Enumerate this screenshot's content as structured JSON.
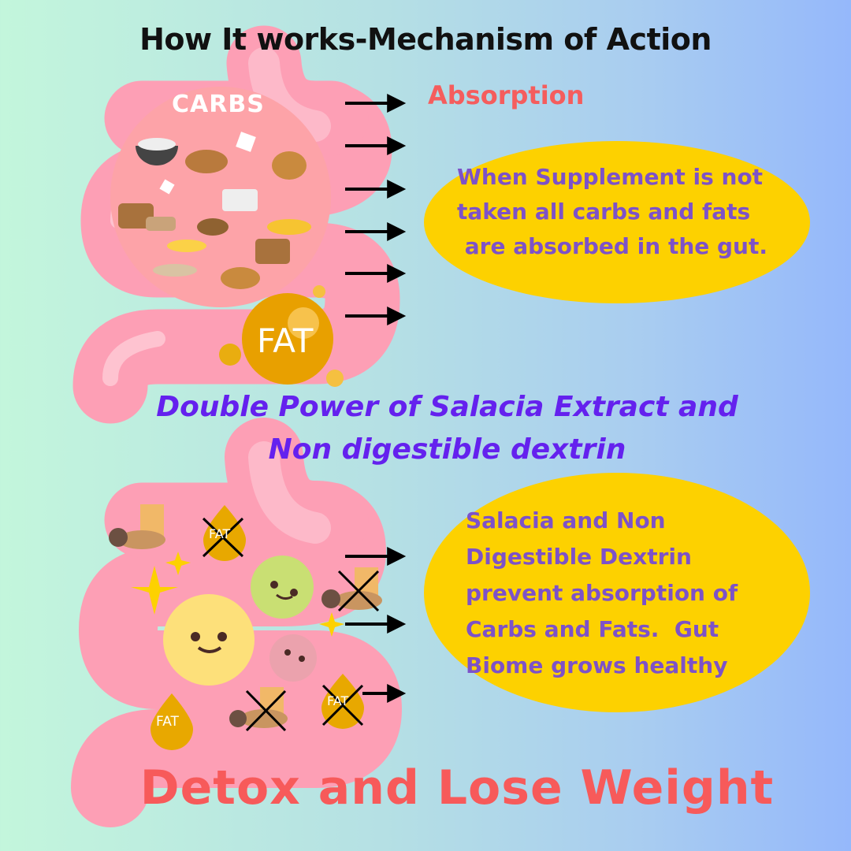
{
  "title": "How It works-Mechanism of Action",
  "top_section": {
    "absorption_label": "Absorption",
    "bubble_lines": [
      "When Supplement is not",
      "taken all carbs and fats",
      " are absorbed in the gut."
    ],
    "carbs_label": "CARBS",
    "fat_label": "FAT"
  },
  "middle_heading": [
    "Double Power of Salacia Extract and",
    "Non digestible dextrin"
  ],
  "bottom_section": {
    "bubble_lines": [
      "Salacia and Non",
      "Digestible Dextrin",
      "prevent absorption of",
      "Carbs and Fats.  Gut",
      "Biome grows healthy"
    ],
    "fat_drop_label": "FAT"
  },
  "footer": "Detox and Lose Weight",
  "colors": {
    "bubble": "#fdd100",
    "intestine": "#fda0b6",
    "accent_red": "#f55d5d",
    "purple": "#6421ee",
    "fat": "#e8a600"
  }
}
